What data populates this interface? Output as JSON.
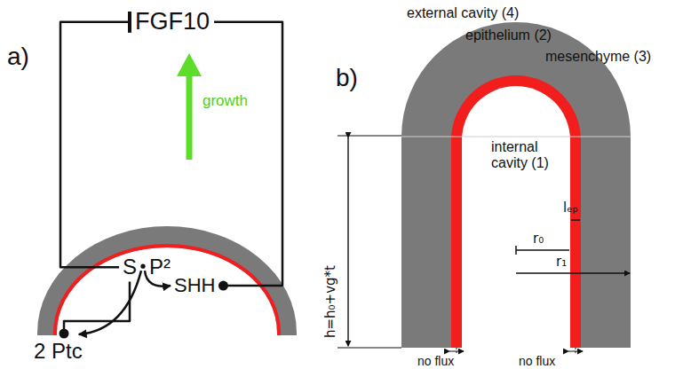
{
  "diagram": {
    "nodes": [
      {
        "text": [
          "FGF10"
        ]
      },
      {
        "text": [
          "S",
          "P²"
        ]
      },
      {
        "text": [
          "2 Ptc"
        ]
      },
      {
        "text": [
          "SHH"
        ]
      }
    ],
    "edges": [
      {
        "from": 1,
        "to": 0,
        "arrow": "to"
      },
      {
        "from": 0,
        "to": 3,
        "arrow": "to"
      },
      {
        "from": 1,
        "to": 2,
        "arrow": "to"
      },
      {
        "from": 1,
        "to": 2,
        "arrow": "to"
      },
      {
        "from": 1,
        "to": 3,
        "arrow": "to"
      }
    ],
    "labels": [
      "a)",
      "growth",
      "b)",
      "external cavity (4)",
      "epithelium (2)",
      "mesenchyme (3)",
      "internal cavity (1)",
      "lₑₚ",
      "r₀",
      "r₁",
      "h=h₀+vg*t",
      "no flux",
      "no flux"
    ]
  }
}
